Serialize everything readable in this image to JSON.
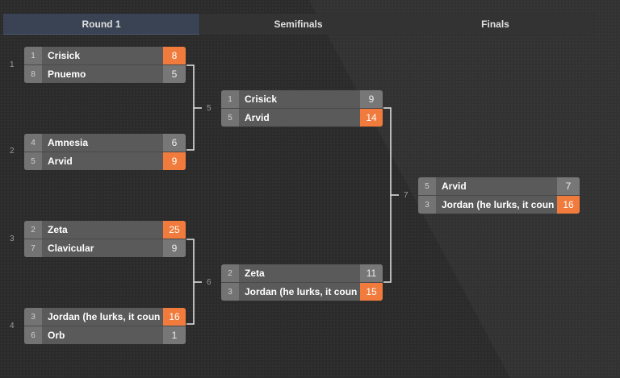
{
  "rounds": [
    "Round 1",
    "Semifinals",
    "Finals"
  ],
  "matches": {
    "m1": {
      "num": "1",
      "top": {
        "seed": "1",
        "name": "Crisick",
        "score": "8"
      },
      "bottom": {
        "seed": "8",
        "name": "Pnuemo",
        "score": "5"
      }
    },
    "m2": {
      "num": "2",
      "top": {
        "seed": "4",
        "name": "Amnesia",
        "score": "6"
      },
      "bottom": {
        "seed": "5",
        "name": "Arvid",
        "score": "9"
      }
    },
    "m3": {
      "num": "3",
      "top": {
        "seed": "2",
        "name": "Zeta",
        "score": "25"
      },
      "bottom": {
        "seed": "7",
        "name": "Clavicular",
        "score": "9"
      }
    },
    "m4": {
      "num": "4",
      "top": {
        "seed": "3",
        "name": "Jordan (he lurks, it coun",
        "score": "16"
      },
      "bottom": {
        "seed": "6",
        "name": "Orb",
        "score": "1"
      }
    },
    "m5": {
      "num": "5",
      "top": {
        "seed": "1",
        "name": "Crisick",
        "score": "9"
      },
      "bottom": {
        "seed": "5",
        "name": "Arvid",
        "score": "14"
      }
    },
    "m6": {
      "num": "6",
      "top": {
        "seed": "2",
        "name": "Zeta",
        "score": "11"
      },
      "bottom": {
        "seed": "3",
        "name": "Jordan (he lurks, it coun",
        "score": "15"
      }
    },
    "m7": {
      "num": "7",
      "top": {
        "seed": "5",
        "name": "Arvid",
        "score": "7"
      },
      "bottom": {
        "seed": "3",
        "name": "Jordan (he lurks, it coun",
        "score": "16"
      }
    }
  },
  "colors": {
    "win": "#f07b3c",
    "active_header": "#3a4353"
  }
}
